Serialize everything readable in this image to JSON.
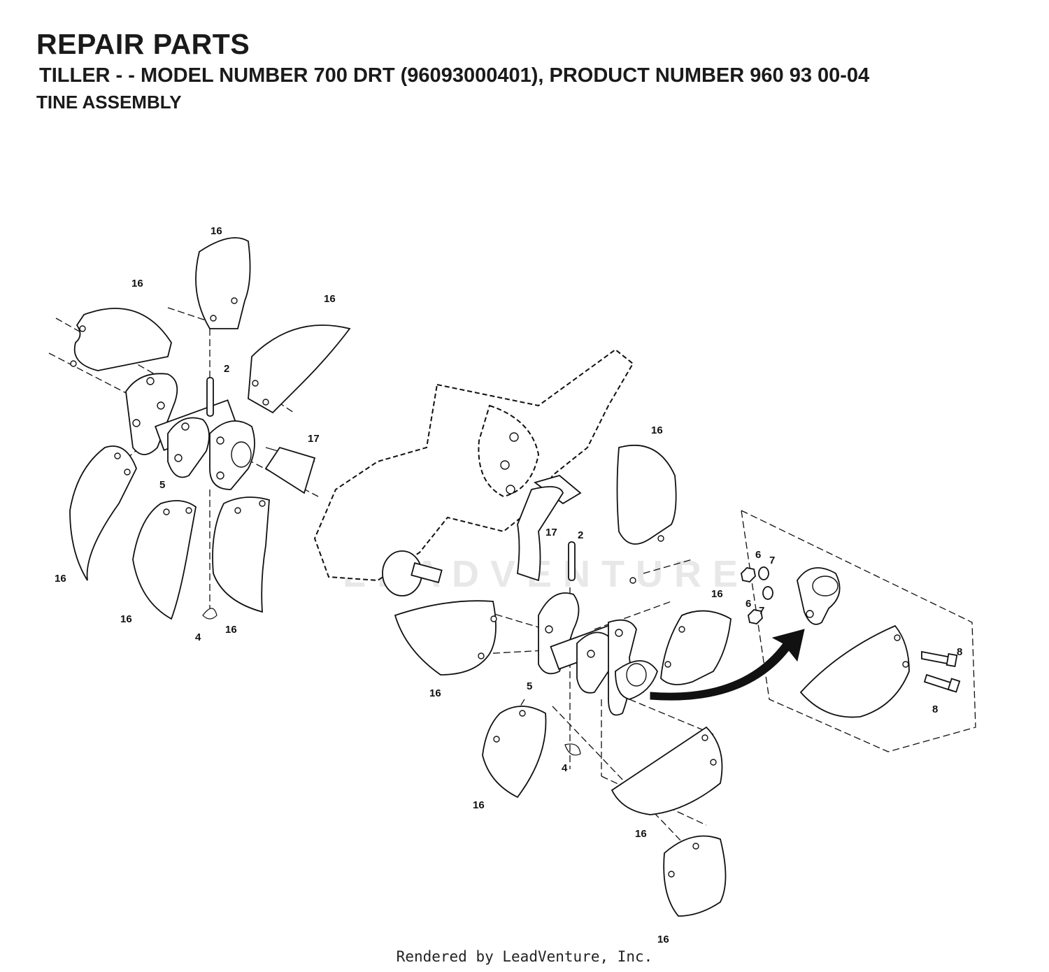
{
  "header": {
    "title": "REPAIR PARTS",
    "subtitle": "TILLER - - MODEL NUMBER 700 DRT (96093000401), PRODUCT NUMBER 960 93 00-04",
    "section": "TINE ASSEMBLY"
  },
  "watermark": "LEADVENTURE",
  "footer": "Rendered by LeadVenture, Inc.",
  "callouts": {
    "left_assembly": [
      "16",
      "16",
      "16",
      "2",
      "17",
      "5",
      "16",
      "16",
      "4",
      "16"
    ],
    "right_assembly": [
      "16",
      "6",
      "7",
      "6",
      "7",
      "17",
      "2",
      "16",
      "5",
      "16",
      "8",
      "8",
      "4",
      "16",
      "16",
      "16"
    ]
  }
}
